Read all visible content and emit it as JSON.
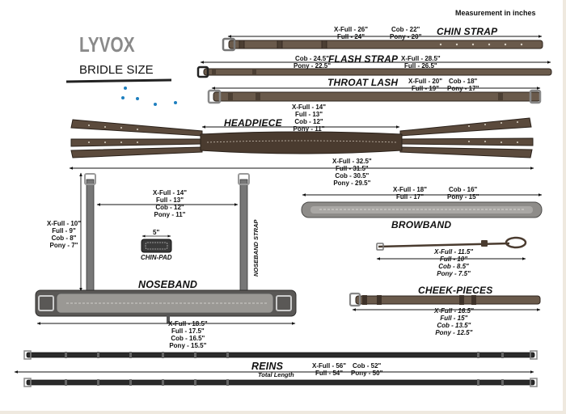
{
  "header": {
    "measurement_note": "Measurement in inches"
  },
  "brand": {
    "logo": "LYVOX",
    "subtitle": "BRIDLE SIZE"
  },
  "colors": {
    "leather": "#5b4a3c",
    "leather_dark": "#3c2f25",
    "padding": "#8c8a87",
    "buckle": "#9a9a9a",
    "dots": "#1e7fbf",
    "ink": "#111111"
  },
  "parts": {
    "chin_strap": {
      "label": "CHIN STRAP",
      "sizes_left": [
        "X-Full - 26\"",
        "Full - 24\""
      ],
      "sizes_right": [
        "Cob - 22\"",
        "Pony - 20\""
      ]
    },
    "flash_strap": {
      "label": "FLASH STRAP",
      "sizes_left": [
        "Cob - 24.5\"",
        "Pony - 22.5\""
      ],
      "sizes_right": [
        "X-Full - 28.5\"",
        "Full - 26.5\""
      ]
    },
    "throat_lash": {
      "label": "THROAT LASH",
      "sizes_left": [
        "X-Full - 20\"",
        "Full - 19\""
      ],
      "sizes_right": [
        "Cob - 18\"",
        "Pony - 17\""
      ]
    },
    "headpiece": {
      "label": "HEADPIECE",
      "sizes_top": [
        "X-Full - 14\"",
        "Full - 13\"",
        "Cob - 12\"",
        "Pony - 11\""
      ],
      "sizes_bottom": [
        "X-Full - 32.5\"",
        "Full - 31.5\"",
        "Cob - 30.5\"",
        "Pony - 29.5\""
      ]
    },
    "browband": {
      "label": "BROWBAND",
      "sizes_left": [
        "X-Full - 18\"",
        "Full - 17\""
      ],
      "sizes_right": [
        "Cob - 16\"",
        "Pony - 15\""
      ]
    },
    "chin_pad": {
      "label": "CHIN-PAD",
      "size": "5\""
    },
    "noseband_strap": {
      "label": "NOSEBAND STRAP",
      "sizes_left": [
        "X-Full - 10\"",
        "Full - 9\"",
        "Cob - 8\"",
        "Pony - 7\""
      ],
      "sizes_top": [
        "X-Full - 14\"",
        "Full - 13\"",
        "Cob - 12\"",
        "Pony - 11\""
      ]
    },
    "noseband": {
      "label": "NOSEBAND",
      "sizes": [
        "X-Full - 18.5\"",
        "Full - 17.5\"",
        "Cob - 16.5\"",
        "Pony - 15.5\""
      ]
    },
    "cheek_upper": {
      "sizes": [
        "X-Full - 11.5\"",
        "Full - 10\"",
        "Cob - 8.5\"",
        "Pony - 7.5\""
      ]
    },
    "cheek_pieces": {
      "label": "CHEEK-PIECES",
      "sizes": [
        "X-Full - 16.5\"",
        "Full - 15\"",
        "Cob - 13.5\"",
        "Pony - 12.5\""
      ]
    },
    "reins": {
      "label": "REINS",
      "sublabel": "Total Length",
      "sizes_left": [
        "X-Full - 56\"",
        "Full - 54\""
      ],
      "sizes_right": [
        "Cob - 52\"",
        "Pony - 50\""
      ]
    }
  }
}
